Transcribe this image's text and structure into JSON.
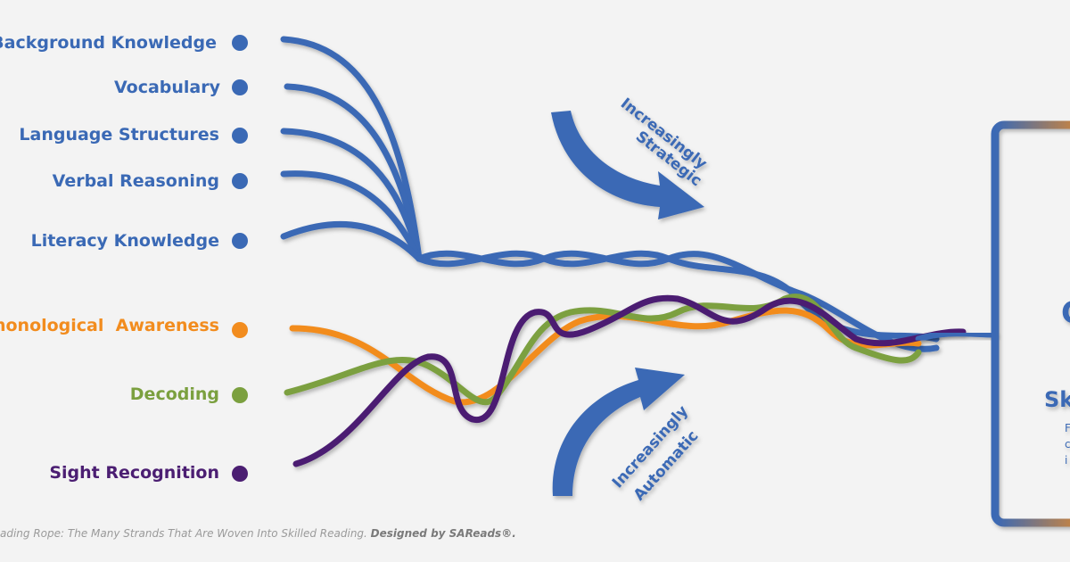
{
  "colors": {
    "background": "#f3f3f3",
    "language_blue": "#3a69b5",
    "phonological_orange": "#f28c1e",
    "decoding_green": "#7ba03f",
    "sight_purple": "#4b1e72",
    "arrow_blue": "#3a69b5",
    "caption_gray": "#9a9a9a"
  },
  "language_strands": [
    {
      "label": "Background Knowledge"
    },
    {
      "label": "Vocabulary"
    },
    {
      "label": "Language Structures"
    },
    {
      "label": "Verbal Reasoning"
    },
    {
      "label": "Literacy Knowledge"
    }
  ],
  "word_recognition_strands": [
    {
      "label": "Phonological  Awareness",
      "color": "#f28c1e"
    },
    {
      "label": "Decoding",
      "color": "#7ba03f"
    },
    {
      "label": "Sight Recognition",
      "color": "#4b1e72"
    }
  ],
  "arrows": {
    "strategic": {
      "line1": "Increasingly",
      "line2": "Strategic"
    },
    "automatic": {
      "line1": "Increasingly",
      "line2": "Automatic"
    }
  },
  "result_box": {
    "letter_peek": "C",
    "title_peek": "Sk",
    "small_1": "F",
    "small_2": "c",
    "small_3": "i"
  },
  "caption": {
    "text": "ading Rope: The Many Strands That Are Woven Into Skilled Reading. ",
    "credit": "Designed by SAReads®."
  }
}
